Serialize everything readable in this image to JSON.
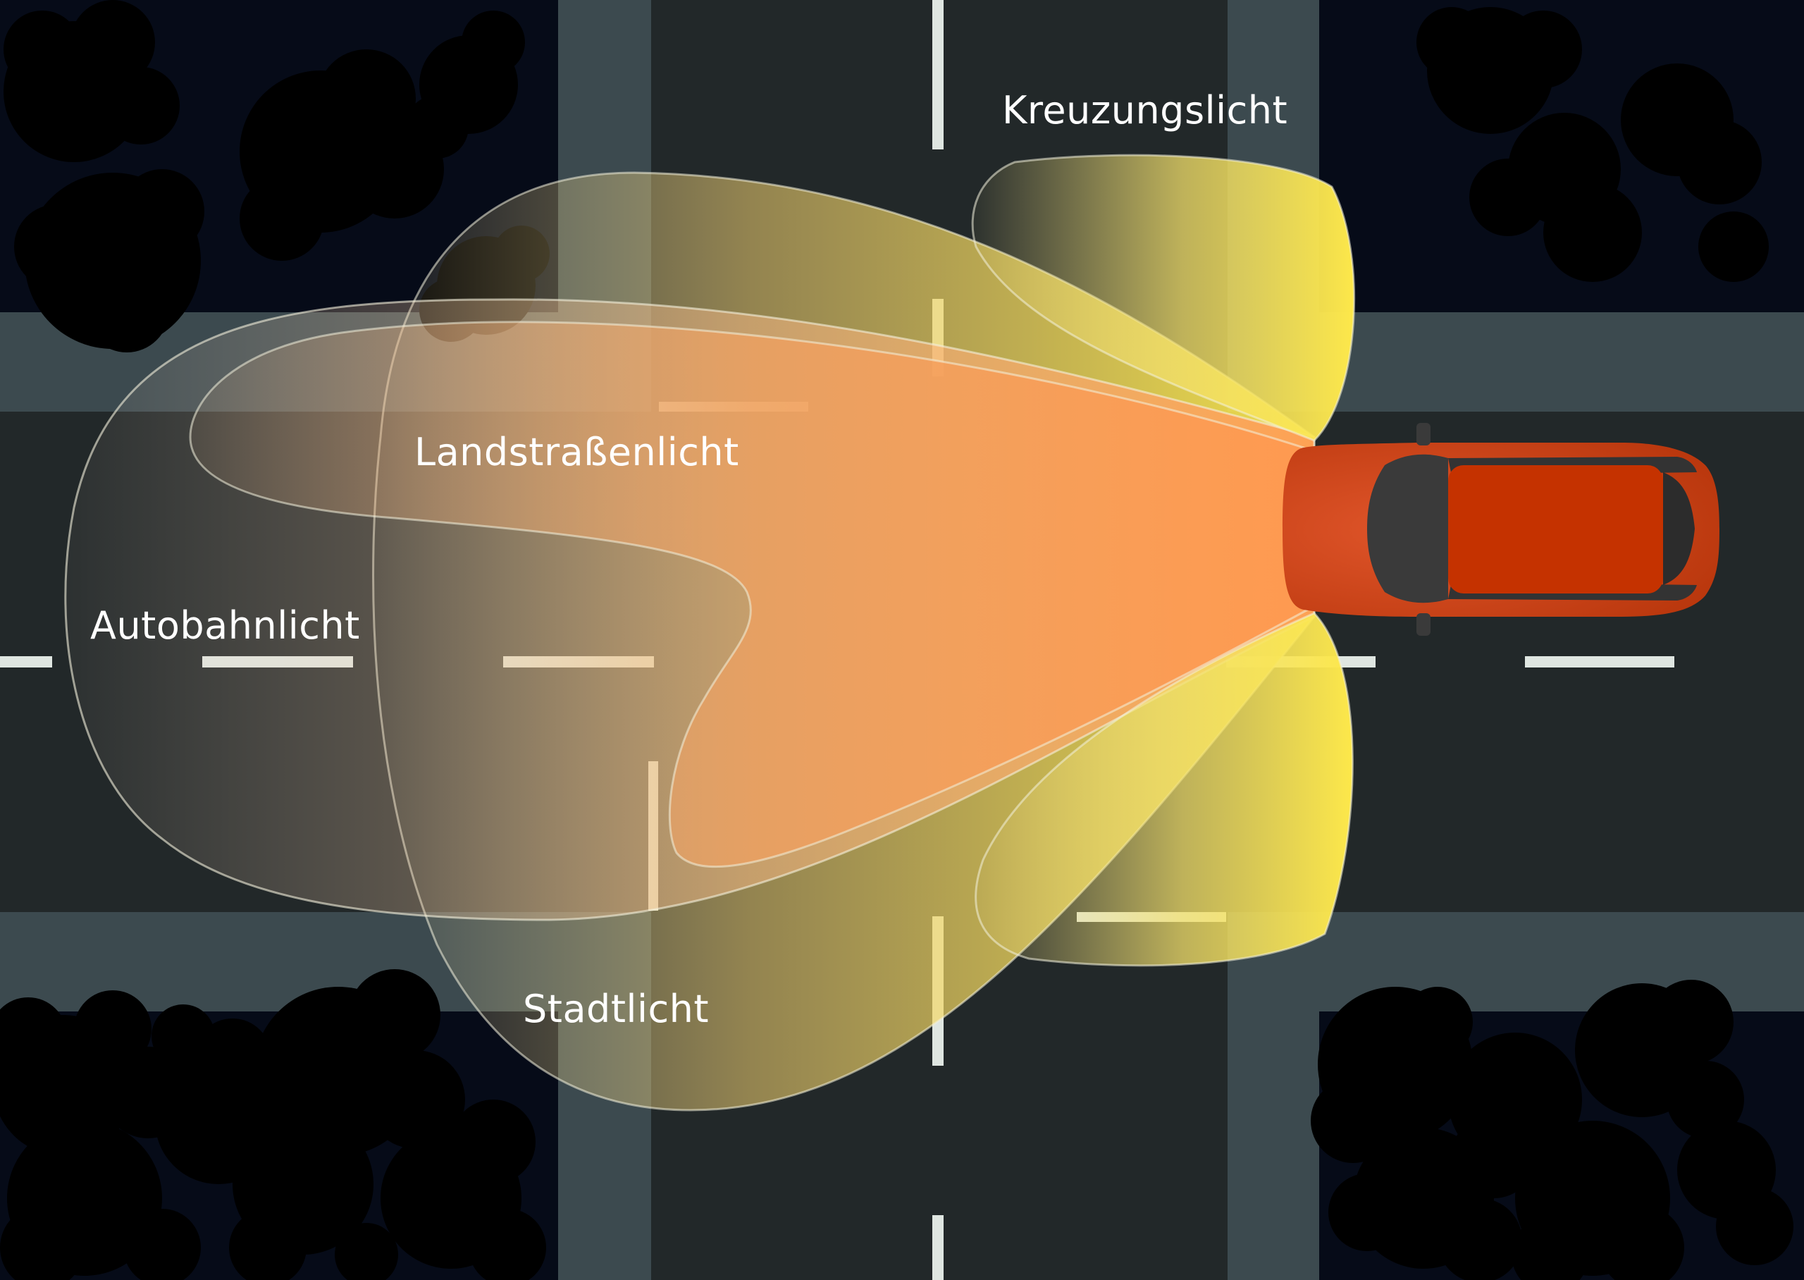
{
  "labels": {
    "crossing": "Kreuzungslicht",
    "country": "Landstraßenlicht",
    "motorway": "Autobahnlicht",
    "city": "Stadtlicht"
  },
  "colors": {
    "block": "#060b18",
    "road": "#222829",
    "sidewalk": "#3c4a4f",
    "lane_marking": "#dfe6e1",
    "car_body": "#d2410f",
    "car_roof": "#c53200",
    "car_glass": "#3a3a3a",
    "light_yellow": "#fde84a",
    "light_orange": "#ff9a50",
    "tree": "#000000"
  }
}
